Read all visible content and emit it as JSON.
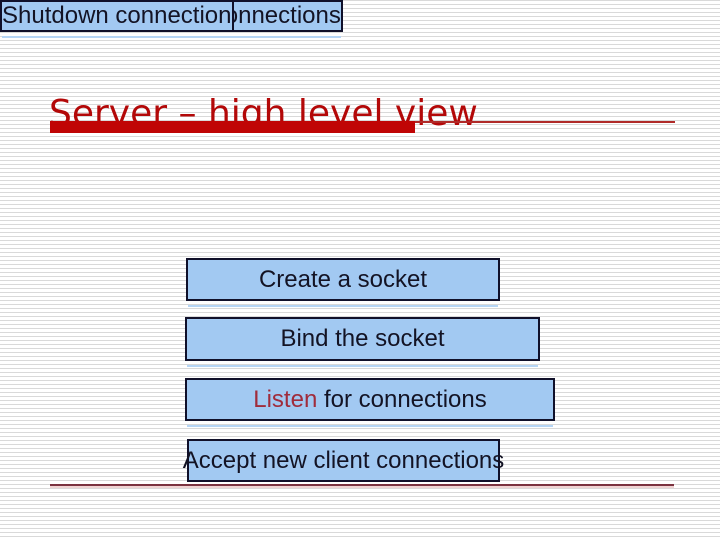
{
  "slide": {
    "title": "Server – high level view",
    "steps": [
      {
        "label": "Create a socket"
      },
      {
        "label": "Bind the socket"
      },
      {
        "highlight": "Listen",
        "rest": " for connections"
      },
      {
        "label": "Accept new client connections"
      },
      {
        "label": "Read/write to client connections"
      },
      {
        "label": "Shutdown connection"
      }
    ],
    "colors": {
      "title_red": "#b30808",
      "accent_bar_red": "#c00505",
      "accent_line_red": "#b02a28",
      "box_fill_blue": "#a2c9f2",
      "box_border_navy": "#10102a",
      "box_text": "#131324",
      "listen_highlight_red": "#a02c3c",
      "pinstripe_gray": "#d9d9d9",
      "bottom_rule_dark": "#7b3340",
      "bottom_rule_light": "#f0d4d4"
    }
  }
}
